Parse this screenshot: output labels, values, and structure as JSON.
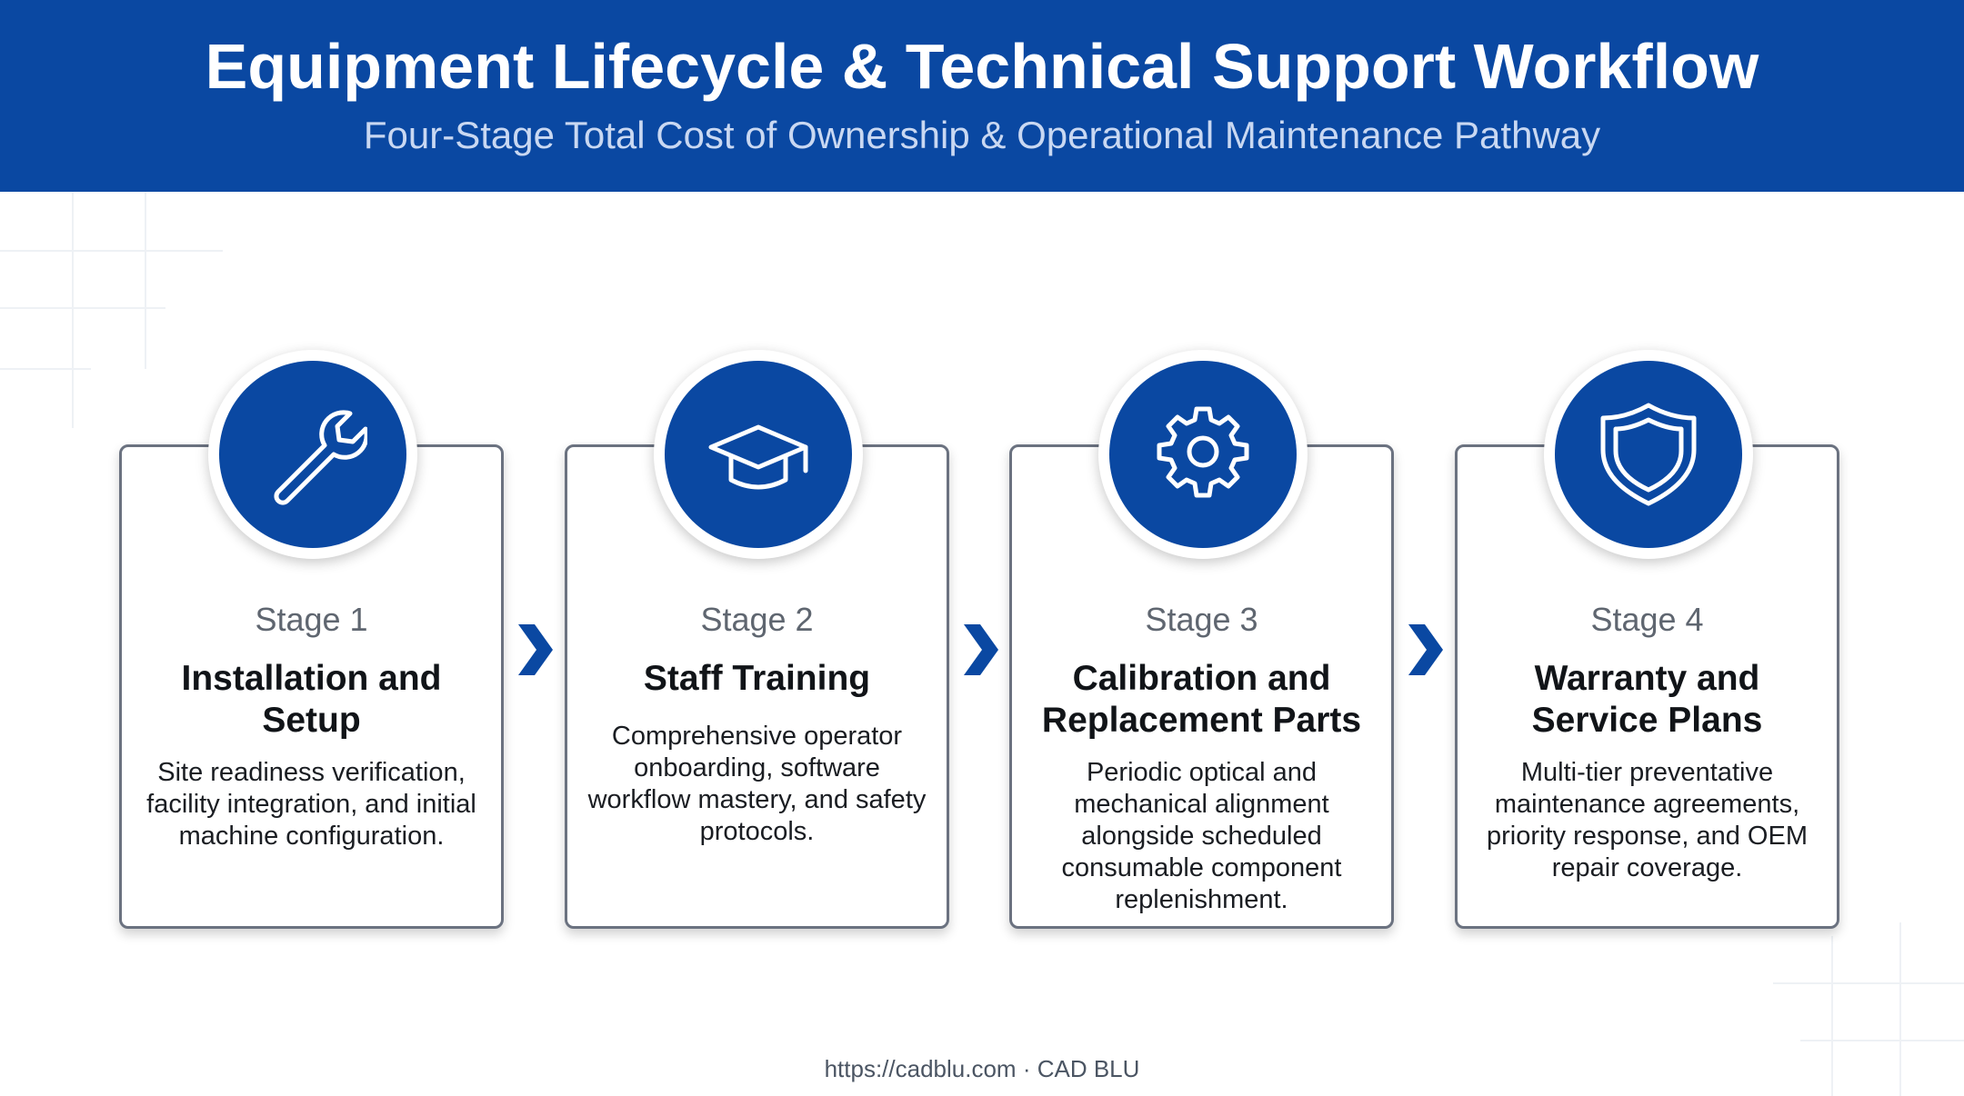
{
  "header": {
    "title": "Equipment Lifecycle & Technical Support Workflow",
    "subtitle": "Four-Stage Total Cost of Ownership & Operational Maintenance Pathway",
    "background_color": "#0a48a2"
  },
  "stages": [
    {
      "label": "Stage 1",
      "title": "Installation and Setup",
      "description": "Site readiness verification, facility integration, and initial machine configuration.",
      "icon": "wrench-icon"
    },
    {
      "label": "Stage 2",
      "title": "Staff Training",
      "description": "Comprehensive operator onboarding, software workflow mastery, and safety protocols.",
      "icon": "graduation-cap-icon"
    },
    {
      "label": "Stage 3",
      "title": "Calibration and Replacement Parts",
      "description": "Periodic optical and mechanical alignment alongside scheduled consumable component replenishment.",
      "icon": "gear-icon"
    },
    {
      "label": "Stage 4",
      "title": "Warranty and Service Plans",
      "description": "Multi-tier preventative maintenance agreements, priority response, and OEM repair coverage.",
      "icon": "shield-icon"
    }
  ],
  "arrows": [
    "chevron-right-icon",
    "chevron-right-icon",
    "chevron-right-icon"
  ],
  "footer": {
    "text": "https://cadblu.com · CAD BLU"
  },
  "colors": {
    "accent": "#0a48a2",
    "card_border": "#6b7280",
    "stage_label": "#5f6670"
  }
}
